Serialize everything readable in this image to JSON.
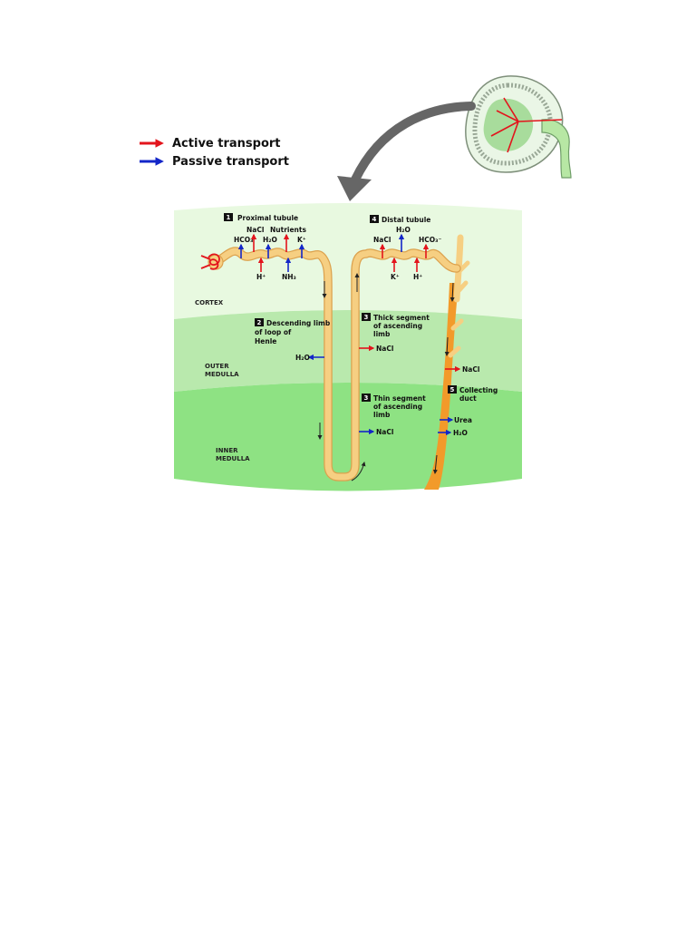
{
  "legend": {
    "active": "Active transport",
    "passive": "Passive transport"
  },
  "colors": {
    "active": "#e3141c",
    "passive": "#1326c8",
    "tubule": "#f6cf82",
    "tubule_edge": "#dca24e",
    "duct": "#f29a2a",
    "cortex": "#e8f9e0",
    "outer_medulla": "#b9e9ad",
    "inner_medulla": "#8ee283"
  },
  "zones": {
    "cortex": "CORTEX",
    "outer_medulla_1": "OUTER",
    "outer_medulla_2": "MEDULLA",
    "inner_medulla_1": "INNER",
    "inner_medulla_2": "MEDULLA"
  },
  "segments": {
    "proximal": {
      "number": "1",
      "title": "Proximal tubule"
    },
    "descending": {
      "number": "2",
      "line1": "Descending limb",
      "line2": "of loop of",
      "line3": "Henle"
    },
    "thin": {
      "number": "3",
      "line1": "Thin segment",
      "line2": "of ascending",
      "line3": "limb"
    },
    "thick": {
      "number": "3",
      "line1": "Thick segment",
      "line2": "of ascending",
      "line3": "limb"
    },
    "distal": {
      "number": "4",
      "title": "Distal tubule"
    },
    "collecting": {
      "number": "5",
      "line1": "Collecting",
      "line2": "duct"
    }
  },
  "substances": {
    "prox_hco3": "HCO₃⁻",
    "prox_nacl": "NaCl",
    "prox_h2o": "H₂O",
    "prox_nutrients": "Nutrients",
    "prox_k": "K⁺",
    "prox_h": "H⁺",
    "prox_nh3": "NH₃",
    "desc_h2o": "H₂O",
    "thick_nacl": "NaCl",
    "thin_nacl": "NaCl",
    "dist_nacl": "NaCl",
    "dist_h2o": "H₂O",
    "dist_hco3": "HCO₃⁻",
    "dist_k": "K⁺",
    "dist_h": "H⁺",
    "duct_nacl": "NaCl",
    "duct_urea": "Urea",
    "duct_h2o": "H₂O"
  }
}
